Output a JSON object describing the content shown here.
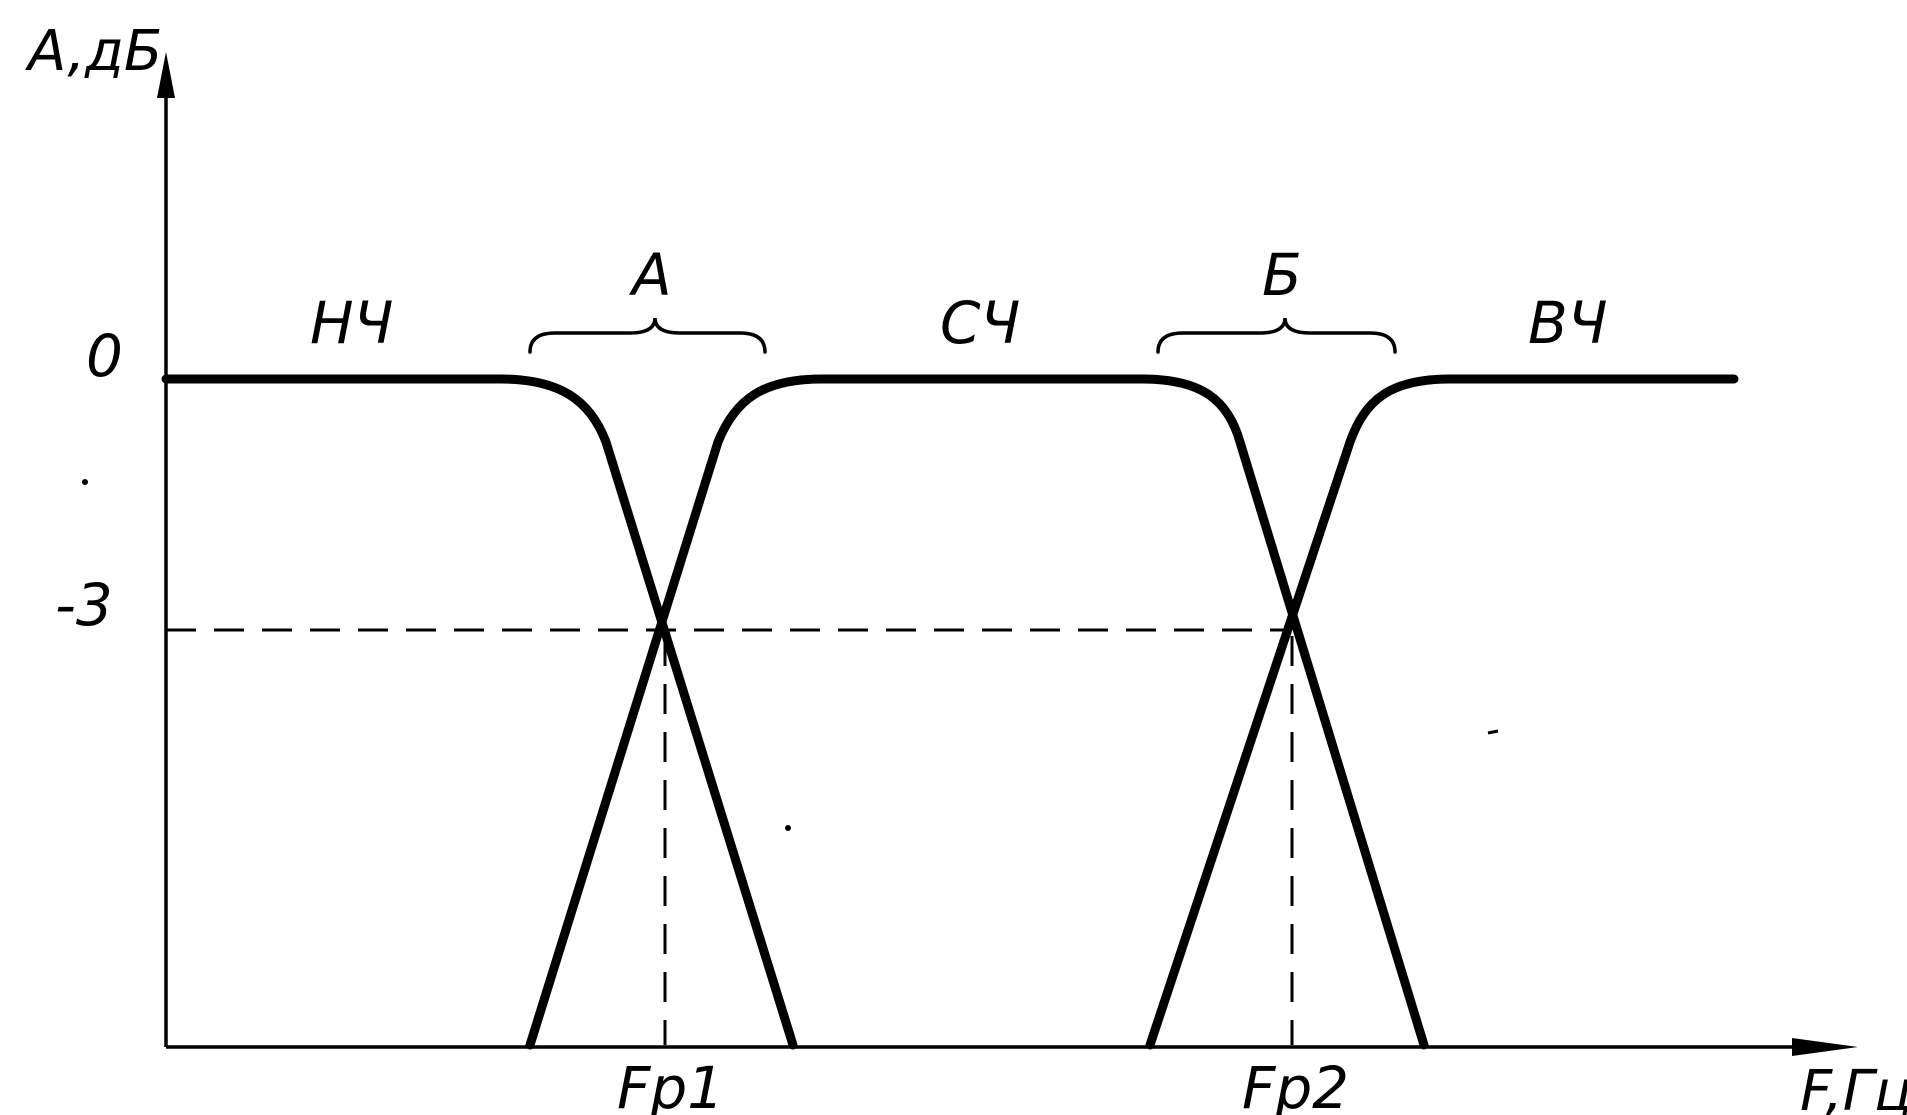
{
  "labels": {
    "y_axis": "A,дБ",
    "x_axis": "F,Гц",
    "tick_zero": "0",
    "tick_minus3": "-3",
    "band_low": "НЧ",
    "band_mid": "СЧ",
    "band_high": "ВЧ",
    "transition_a": "А",
    "transition_b": "Б",
    "crossover_1": "Fр1",
    "crossover_2": "Fр2"
  },
  "colors": {
    "ink": "#000000",
    "background": "#ffffff"
  }
}
